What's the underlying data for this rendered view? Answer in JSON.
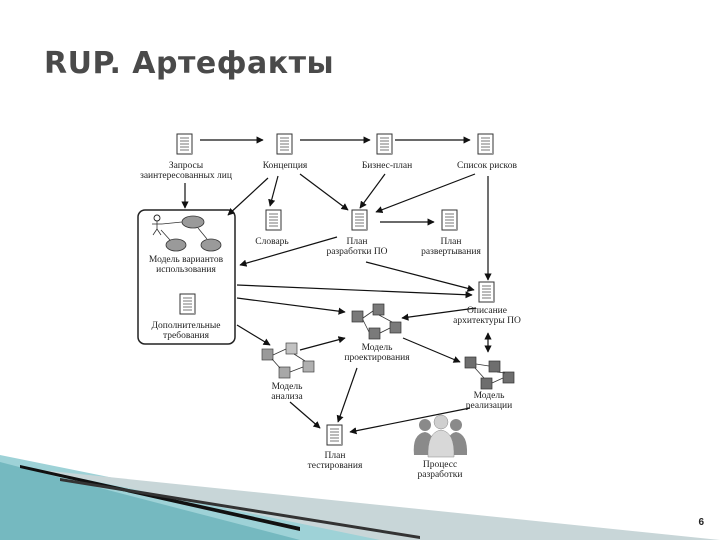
{
  "title": "RUP. Артефакты",
  "page_number": "6",
  "nodes": {
    "requests": [
      "Запросы",
      "заинтересованных лиц"
    ],
    "concept": [
      "Концепция"
    ],
    "business_plan": [
      "Бизнес-план"
    ],
    "risks": [
      "Список рисков"
    ],
    "glossary": [
      "Словарь"
    ],
    "dev_plan": [
      "План",
      "разработки ПО"
    ],
    "deploy_plan": [
      "План",
      "развертывания"
    ],
    "use_case_model": [
      "Модель вариантов",
      "использования"
    ],
    "extra_requirements": [
      "Дополнительные",
      "требования"
    ],
    "architecture": [
      "Описание",
      "архитектуры ПО"
    ],
    "design_model": [
      "Модель",
      "проектирования"
    ],
    "analysis_model": [
      "Модель",
      "анализа"
    ],
    "impl_model": [
      "Модель",
      "реализации"
    ],
    "test_plan": [
      "План",
      "тестирования"
    ],
    "dev_process": [
      "Процесс",
      "разработки"
    ]
  },
  "icons": {
    "document": "document-icon",
    "class_model": "class-diagram-icon",
    "use_case": "use-case-diagram-icon",
    "people": "people-group-icon"
  },
  "colors": {
    "title": "#4a4a4a",
    "teal_band": "#7ec3c9",
    "dark_band": "#111111",
    "grey_band": "#b9c9cc"
  }
}
